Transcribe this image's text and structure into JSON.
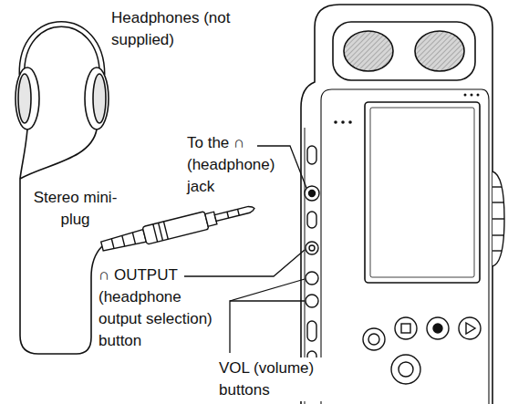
{
  "diagram": {
    "labels": [
      "Headphones (not supplied)",
      "To the ∩ (headphone) jack",
      "Stereo mini-plug",
      "∩ OUTPUT (headphone output selection) button",
      "VOL (volume) buttons"
    ]
  }
}
